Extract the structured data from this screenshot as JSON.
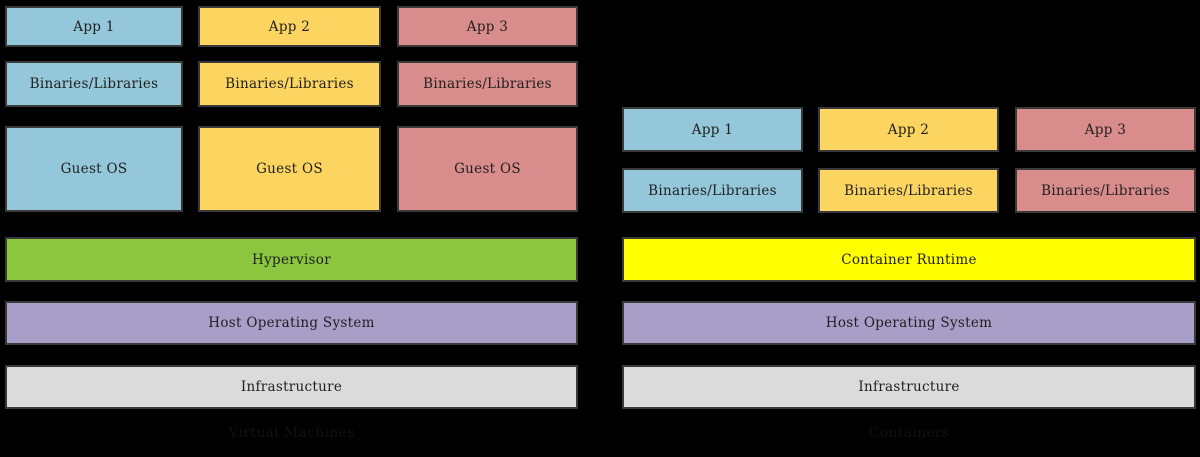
{
  "diagram": {
    "subject": "Virtual Machines vs Containers architecture comparison",
    "colors": {
      "background": "#000000",
      "border": "#3A3A3A",
      "label_text": "#1F1F1F",
      "caption_text": "#111111",
      "column_blue": "#93C7D9",
      "column_yellow": "#FBD55F",
      "column_red": "#D88C8B",
      "hypervisor_green": "#8CC63F",
      "runtime_yellow": "#FFFF00",
      "host_os_purple": "#A89EC7",
      "infrastructure_gray": "#DBDBDB"
    },
    "left": {
      "caption": "Virtual Machines",
      "apps": [
        "App 1",
        "App 2",
        "App 3"
      ],
      "binaries": [
        "Binaries/Libraries",
        "Binaries/Libraries",
        "Binaries/Libraries"
      ],
      "guest_os": [
        "Guest OS",
        "Guest OS",
        "Guest OS"
      ],
      "layers": {
        "hypervisor": "Hypervisor",
        "host_os": "Host Operating System",
        "infrastructure": "Infrastructure"
      }
    },
    "right": {
      "caption": "Containers",
      "apps": [
        "App 1",
        "App 2",
        "App 3"
      ],
      "binaries": [
        "Binaries/Libraries",
        "Binaries/Libraries",
        "Binaries/Libraries"
      ],
      "layers": {
        "runtime": "Container Runtime",
        "host_os": "Host Operating System",
        "infrastructure": "Infrastructure"
      }
    }
  }
}
